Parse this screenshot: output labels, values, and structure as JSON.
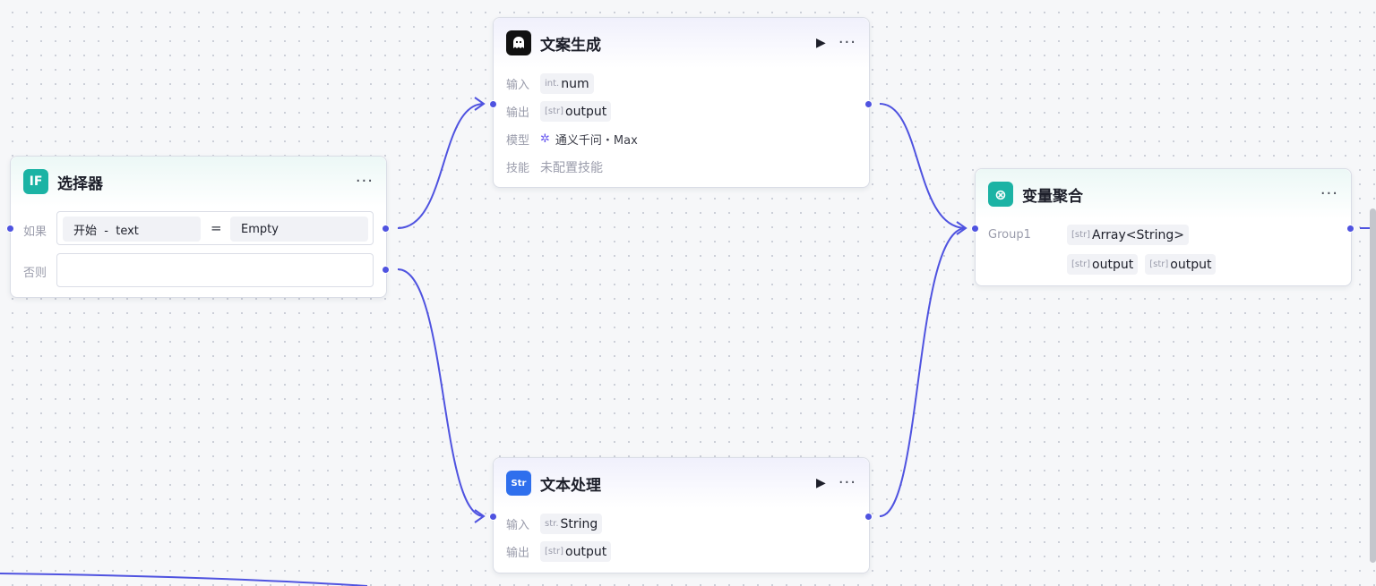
{
  "colors": {
    "edge": "#4f53e0",
    "selector_icon_bg": "#1bb3a4",
    "llm_icon_bg": "#111111",
    "text_icon_bg": "#2f6fed",
    "aggregate_icon_bg": "#1bb3a4"
  },
  "selector": {
    "icon": "IF",
    "title": "选择器",
    "more": "···",
    "if_label": "如果",
    "else_label": "否则",
    "condition": {
      "left": "开始  -  text",
      "operator": "=",
      "right": "Empty"
    },
    "else_value": ""
  },
  "llm": {
    "icon_name": "llm-ghost-icon",
    "title": "文案生成",
    "run": "▶",
    "more": "···",
    "input_label": "输入",
    "input_type": "int.",
    "input_name": "num",
    "output_label": "输出",
    "output_type": "[str]",
    "output_name": "output",
    "model_label": "模型",
    "model_icon": "✲",
    "model_value": "通义千问・Max",
    "skills_label": "技能",
    "skills_value": "未配置技能"
  },
  "text_process": {
    "icon": "Str",
    "title": "文本处理",
    "run": "▶",
    "more": "···",
    "input_label": "输入",
    "input_type": "str.",
    "input_name": "String",
    "output_label": "输出",
    "output_type": "[str]",
    "output_name": "output"
  },
  "aggregate": {
    "icon": "⊗",
    "title": "变量聚合",
    "more": "···",
    "group_label": "Group1",
    "group_type": "[str]",
    "group_value": "Array<String>",
    "outputs": [
      {
        "type": "[str]",
        "name": "output"
      },
      {
        "type": "[str]",
        "name": "output"
      }
    ]
  }
}
